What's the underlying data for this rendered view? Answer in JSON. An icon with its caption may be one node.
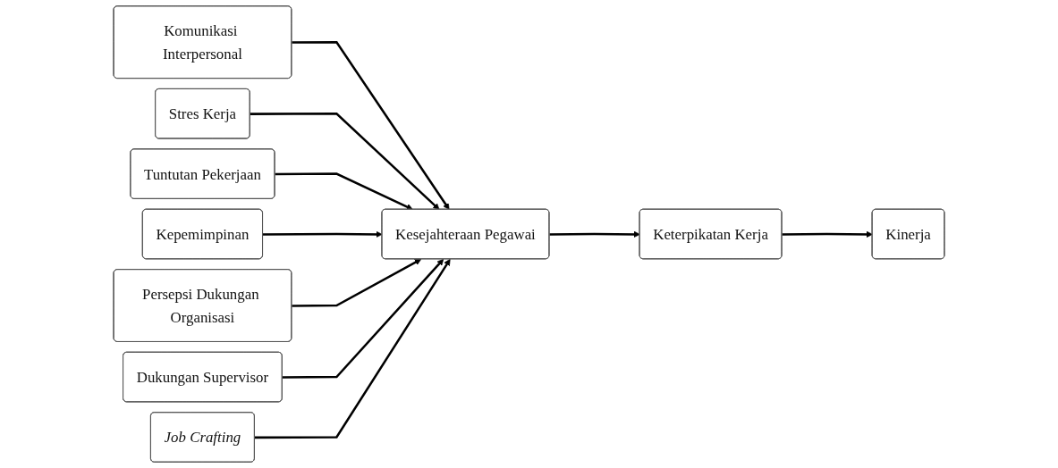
{
  "diagram": {
    "nodes": [
      {
        "text": [
          "Komunikasi Interpersonal"
        ]
      },
      {
        "text": [
          "Stres Kerja"
        ]
      },
      {
        "text": [
          "Tuntutan Pekerjaan"
        ]
      },
      {
        "text": [
          "Kepemimpinan"
        ]
      },
      {
        "text": [
          "Persepsi Dukungan Organisasi"
        ]
      },
      {
        "text": [
          "Dukungan Supervisor"
        ]
      },
      {
        "text": [
          "Job Crafting"
        ]
      },
      {
        "text": [
          "Kesejahteraan Pegawai"
        ]
      },
      {
        "text": [
          "Keterpikatan Kerja"
        ]
      },
      {
        "text": [
          "Kinerja"
        ]
      }
    ],
    "edges": [
      {
        "from": 0,
        "to": 7,
        "arrow": "to"
      },
      {
        "from": 1,
        "to": 7,
        "arrow": "to"
      },
      {
        "from": 2,
        "to": 7,
        "arrow": "to"
      },
      {
        "from": 3,
        "to": 7,
        "arrow": "to"
      },
      {
        "from": 4,
        "to": 7,
        "arrow": "to"
      },
      {
        "from": 5,
        "to": 7,
        "arrow": "to"
      },
      {
        "from": 6,
        "to": 7,
        "arrow": "to"
      },
      {
        "from": 7,
        "to": 8,
        "arrow": "to"
      },
      {
        "from": 8,
        "to": 9,
        "arrow": "to"
      }
    ]
  }
}
